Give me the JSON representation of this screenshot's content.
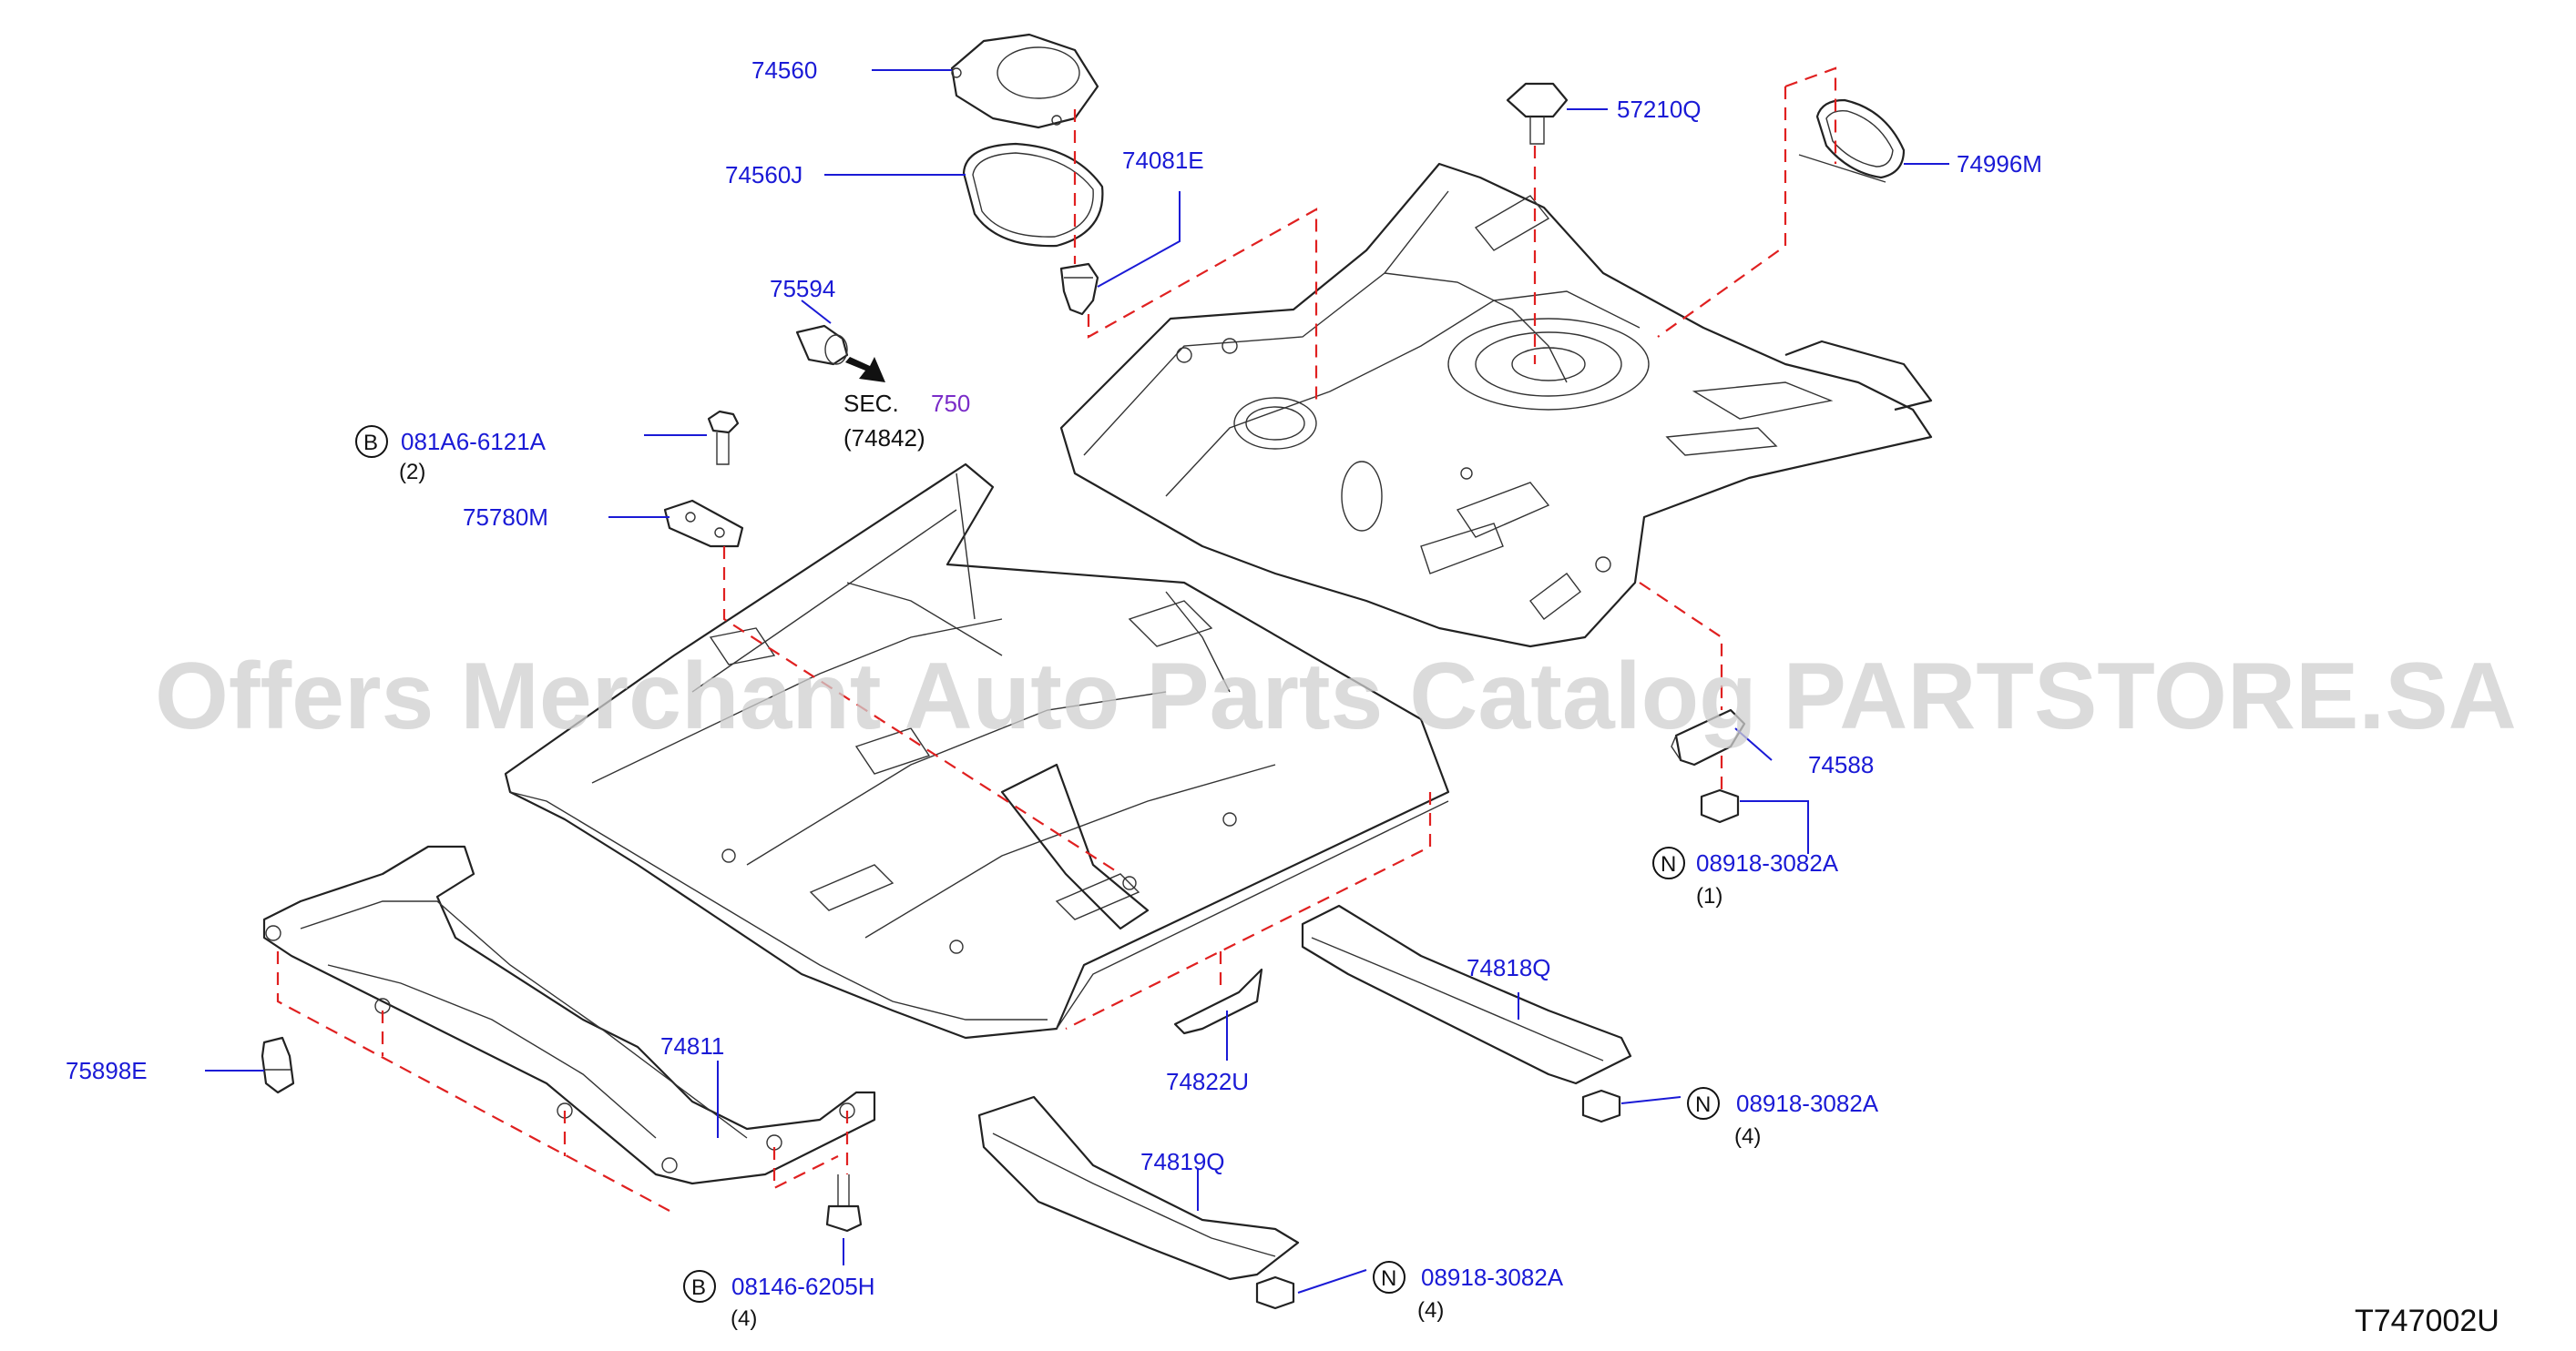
{
  "watermark": "Offers Merchant Auto Parts Catalog PARTSTORE.SA",
  "diagram_code": "T747002U",
  "section_ref": {
    "sec_label": "SEC.",
    "sec_number": "750",
    "sub_part": "(74842)"
  },
  "parts": {
    "p74560": "74560",
    "p74560J": "74560J",
    "p74081E": "74081E",
    "p75594": "75594",
    "p57210Q": "57210Q",
    "p74996M": "74996M",
    "p75780M": "75780M",
    "p74588": "74588",
    "p74818Q": "74818Q",
    "p74822U": "74822U",
    "p74811": "74811",
    "p75898E": "75898E",
    "p74819Q": "74819Q"
  },
  "fasteners": {
    "f1": {
      "prefix": "B",
      "number": "081A6-6121A",
      "qty": "(2)"
    },
    "f2": {
      "prefix": "N",
      "number": "08918-3082A",
      "qty": "(1)"
    },
    "f3": {
      "prefix": "N",
      "number": "08918-3082A",
      "qty": "(4)"
    },
    "f4": {
      "prefix": "N",
      "number": "08918-3082A",
      "qty": "(4)"
    },
    "f5": {
      "prefix": "B",
      "number": "08146-6205H",
      "qty": "(4)"
    }
  }
}
